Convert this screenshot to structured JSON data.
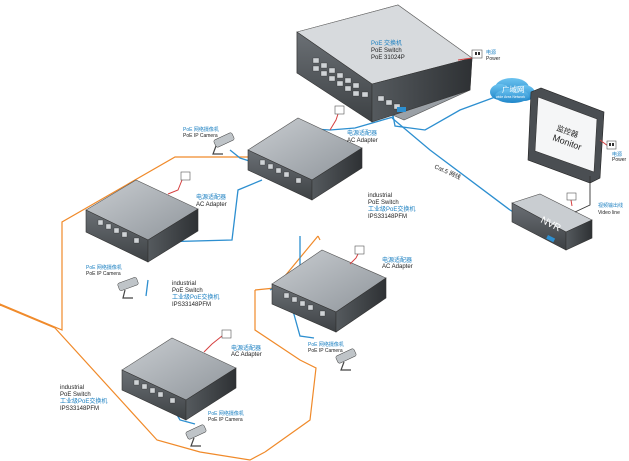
{
  "main_switch": {
    "line1": "PoE 交换机",
    "line2": "PoE Switch",
    "line3": "PoE 31024P",
    "power_zh": "电源",
    "power_en": "Power"
  },
  "cloud": {
    "zh": "广域网",
    "en": "wide Area Network"
  },
  "monitor": {
    "zh": "监控器",
    "en": "Monitor",
    "power_zh": "电源",
    "power_en": "Power"
  },
  "nvr": {
    "label": "NVR",
    "video_zh": "视频输出线",
    "video_en": "Video line"
  },
  "cable_label": "Cat.5 网线",
  "switch_a": {
    "adapter_zh": "电源适配器",
    "adapter_en": "AC Adapter",
    "line1": "industrial",
    "line2": "PoE Switch",
    "line3": "工业级PoE交换机",
    "line4": "IPS33148PFM"
  },
  "switch_b": {
    "adapter_zh": "电源适配器",
    "adapter_en": "AC Adapter",
    "line1": "industrial",
    "line2": "PoE Switch",
    "line3": "工业级PoE交换机",
    "line4": "IPS33148PFM"
  },
  "switch_c": {
    "adapter_zh": "电源适配器",
    "adapter_en": "AC Adapter"
  },
  "switch_d": {
    "adapter_zh": "电源适配器",
    "adapter_en": "AC Adapter",
    "line1": "industrial",
    "line2": "PoE Switch",
    "line3": "工业级PoE交换机",
    "line4": "IPS33148PFM"
  },
  "camera_top": {
    "zh": "PoE 网络摄像机",
    "en": "PoE IP Camera"
  },
  "camera_left": {
    "zh": "PoE 网络摄像机",
    "en": "PoE IP Camera"
  },
  "camera_right": {
    "zh": "PoE 网络摄像机",
    "en": "PoE IP Camera"
  },
  "camera_bottom": {
    "zh": "PoE 网络摄像机",
    "en": "PoE IP Camera"
  },
  "colors": {
    "ring": "#f08a2a",
    "link": "#2d8fd0",
    "power": "#d64040",
    "label_blue": "#1a7fc1"
  }
}
